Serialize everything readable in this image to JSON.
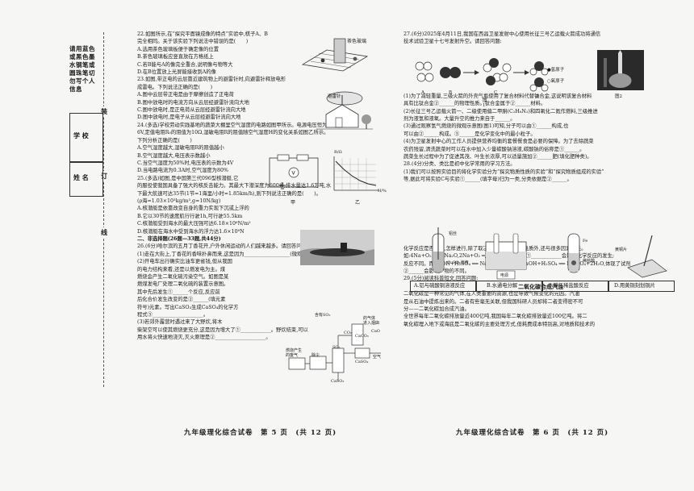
{
  "binding": {
    "note": [
      "请用蓝色",
      "或黑色墨",
      "水钢笔或",
      "圆珠笔切",
      "勿写个人",
      "信息"
    ],
    "school_label": "学 校",
    "name_label": "姓 名",
    "line_chars": [
      "装",
      "订",
      "线"
    ]
  },
  "left_page": {
    "q22": [
      "22.如图所示,在“探究平面镜成像的特点”实验中,棋子A、B",
      "完全相同。关于该实验下列说法中错误的是(　　)",
      "A.选用茶色玻璃板便于确定像的位置",
      "B.茶色玻璃板应竖直放在方格纸上",
      "C.若B能与A的像完全重合,说明像与物等大",
      "D.在B位置放上光屏能接收到A的像"
    ],
    "q22_fig_label": "茶色玻璃",
    "q23": [
      "23.如图,带正电的云层靠近建筑物上的避雷针时,向避雷针释放电形",
      "成雷电。下列说法正确的是(　　)",
      "A.图中云层带正电是由于摩擦创造了正电荷",
      "B.图中放电时的电流方向从云层经避雷针流向大地",
      "C.图中放电时,是正电荷从云层经避雷针流向大地",
      "D.图中放电时,是电子从云层经避雷针流向大地"
    ],
    "q23_fig_label": "避雷针",
    "q24": [
      "24.(多选)学校劳动实践基地的蔬菜大棚里空气湿度的电路如图甲所示。电源电压恒为",
      "6V,定值电阻R₀的阻值为10Ω,湿敏电阻R的阻值随空气湿度H的变化关系如图乙所示。",
      "下列分析正确的是(　　)",
      "A.空气湿度越大,湿敏电阻R的阻值越小",
      "B.空气湿度越大,电压表示数越小",
      "C.当空气湿度为50%时,电压表的示数为4V",
      "D.当电路电流为0.3A时,空气湿度为80%"
    ],
    "q24_fig_labels": [
      "甲",
      "乙",
      "R/Ω",
      "H/%"
    ],
    "q25": [
      "25.(多选)如图,是中国第三代096型核潜艇,它",
      "的服役使我国具备了强大的核反击能力。其最大下潜深度为600米,排水量达1.6万吨,水",
      "下最大航速可达35节(1节=1海里/小时=1.85km/h),则下列说法正确的是(　　)。",
      "(ρ海=1.03×10³kg/m³,g=10N/kg)",
      "A.核潜艇是依靠改变自身的重力实现下沉或上浮的",
      "B.它以30节的速度航行行驶1h,可行驶55.5km",
      "C.核潜艇受到海水的最大压强可达6.18×10⁶N/m²",
      "D.核潜艇在海水中受到海水的浮力达1.6×10⁸N"
    ],
    "section2": "二、非选择题(26题—33题,共44分)",
    "q26": [
      "26.(6分)哈尔滨的五月丁香花开,户外休闲运动的人们越来越多。请回答问题:",
      "(1)走在大街上,丁香花的香味扑鼻而来,这是因为__________________(微观解释)。",
      "(2)开电车出行确实比油车更省钱,但从我国",
      "的电力结构来看,还是以燃发电为主。煤",
      "燃烧会产生二氧化硫污染空气。如图是某",
      "燃煤发电厂处理二氧化硫的装置示意图。",
      "其中先后发生①______个反应,反应前",
      "后化合价发生改变的是②______(填元素",
      "符号)元素。写出CaSO₃生成CaSO₄的化学方",
      "程式③____________________。",
      "(3)若郊外露营时遇过来了大野炊,将木",
      "柴架空可以使其燃烧更充分,这是因为增大了①____________。野炊结束,可以",
      "用水将火快速地浇灭,灭火原理是②____________________。"
    ],
    "q26_fig_labels": [
      "含有SO₂",
      "燃烧产生",
      "的废气",
      "的气体",
      "进入烟囱",
      "除尘",
      "CaCO₃",
      "CaO",
      "SO₂",
      "CaSO₄",
      "CaSO₃",
      "空气",
      "CO₂"
    ],
    "footer": "九年级理化综合试卷　第 5 页　(共 12 页)"
  },
  "right_page": {
    "q27": [
      "27.(6分)2025年4月11日,我国在西昌卫星发射中心使用长征三号乙运载火箭成功将通信",
      "技术试验卫星十七号发射升空。请回答问题:"
    ],
    "q27_fig_labels": [
      "A",
      "B",
      "C",
      "D",
      "图1",
      "图2",
      "●氢原子",
      "○氧原子"
    ],
    "q27_body": [
      "(1)为了减轻重量,三级火箭的外壳气瓶使用了复合材料代替钛合金,这说明该复合材料",
      "具有比钛合金②______的物理性质。钛合金属于②______材料。",
      "(2)长征三号乙运载火箭一、二级使用偏二甲肼(C₂H₈N₂)和四氧化二氮作燃料,三级推进",
      "剂为液氢和液氧。大量升空的推力来自于______。",
      "(3)通过观察氢气燃烧的微观示意图(图1)可知,分子可以由①______构成,也",
      "可以由②______构成。③______是化学变化中的最小粒子。",
      "(4)为卫星发射中心的工作人员提供营养均衡的套餐餐食是必要的保障。为了去除蔬菜",
      "农药残留,清洗蔬菜时可以在水中加入少量碳酸钠溶液,碳酸钠的俗称是①______。",
      "蔬菜生长过程中为了促进其茂、叶生长浓厚,可以适量施加②______肥(填化肥种类)。"
    ],
    "q28": [
      "28.(4分)分类、类比是初中化学常用的学习方法。",
      "(1)我们可以按照实验目的将化学实验分为“探究物质性质的实验”和“探究物质组成的实验”",
      "等,据此可将实验C与实验①______(填字母)归为一类,分类依据是②______。"
    ],
    "q28_options": [
      "A.铝与硫酸铜溶液反应",
      "B.水通电分解",
      "C.铁与稀盐酸反应",
      "D.用黄铜刻划铜片"
    ],
    "q28_fig_labels": [
      "铝丝",
      "CuSO₄溶液",
      "电源",
      "Fe",
      "稀盐酸",
      "黄铜片"
    ],
    "q28_body": [
      "化学反应是否发生,怎样进行,除了取决于反应物本身的性质外,还与很多因素有关。",
      "如:4Na+O₂ ══ 2Na₂O,2Na+O₂ ═△═ Na₂O₂,体现了①____________会影响化学反应的发生;",
      "反应不同。而NaOH+H₂SO₄ ══ NaHSO₄+H₂O,2NaOH+H₂SO₄ ══ Na₂SO₄+2H₂O,体现了试剂",
      "②______会影响产物的不同。"
    ],
    "q29": "29.(5分)阅读科普短文,回答问题:",
    "article_title": "二氧化碳合成汽油",
    "article": [
      "二氧化碳是一种常见的气体,在人类重要的资源,也是导致气候变化的元凶。汽油",
      "是从石油中提炼出来的。二者有些毫无关联,但我国科研人员却将二者变得密不可",
      "分——二氧化碳加合成汽油。",
      "全世界每年二氧化碳排放量近400亿吨,我国每年二氧化碳排放量近100亿吨。将二",
      "氧化碳埋入地下或海底是二氧化碳的主要处理方式,但耗费成本特别高,对地质和技术的"
    ],
    "footer": "九年级理化综合试卷　第 6 页　(共 12 页)"
  }
}
